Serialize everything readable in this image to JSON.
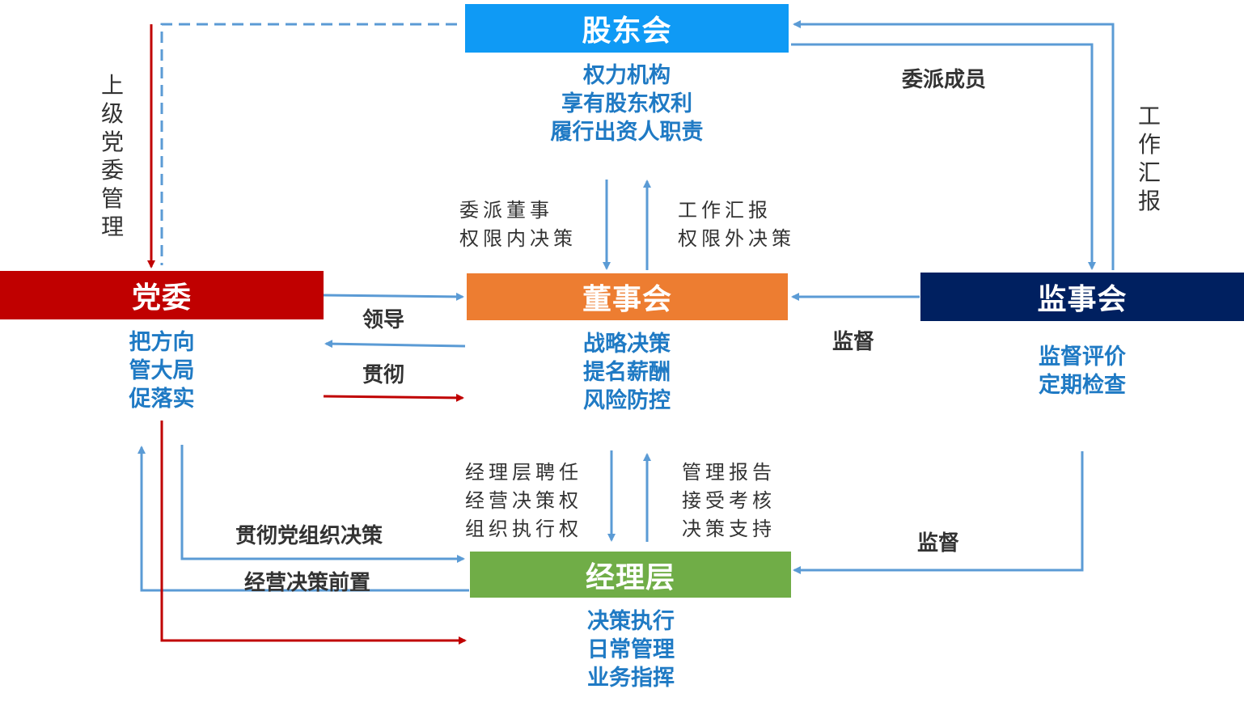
{
  "nodes": {
    "shareholders": {
      "title": "股东会",
      "color": "#0f9af5",
      "lines": [
        "权力机构",
        "享有股东权利",
        "履行出资人职责"
      ]
    },
    "party": {
      "title": "党委",
      "color": "#c00000",
      "lines": [
        "把方向",
        "管大局",
        "促落实"
      ]
    },
    "board": {
      "title": "董事会",
      "color": "#ed7d31",
      "lines": [
        "战略决策",
        "提名薪酬",
        "风险防控"
      ]
    },
    "supervisors": {
      "title": "监事会",
      "color": "#002060",
      "lines": [
        "监督评价",
        "定期检查"
      ]
    },
    "management": {
      "title": "经理层",
      "color": "#70ad47",
      "lines": [
        "决策执行",
        "日常管理",
        "业务指挥"
      ]
    }
  },
  "labels": {
    "appoint_members": "委派成员",
    "work_report_vertical": "工作汇报",
    "party_management_vertical": "上级党委管理",
    "lead": "领导",
    "implement": "贯彻",
    "supervise_board": "监督",
    "supervise_management": "监督",
    "implement_party_decisions": "贯彻党组织决策",
    "operation_decisions_front": "经营决策前置",
    "shareholders_to_board": [
      "委派董事",
      "权限内决策"
    ],
    "board_to_shareholders": [
      "工作汇报",
      "权限外决策"
    ],
    "board_to_management": [
      "经理层聘任",
      "经营决策权",
      "组织执行权"
    ],
    "management_to_board": [
      "管理报告",
      "接受考核",
      "决策支持"
    ]
  },
  "colors": {
    "blue_arrow": "#5b9bd5",
    "red_arrow": "#c00000",
    "text_blue": "#1f7ac4"
  }
}
